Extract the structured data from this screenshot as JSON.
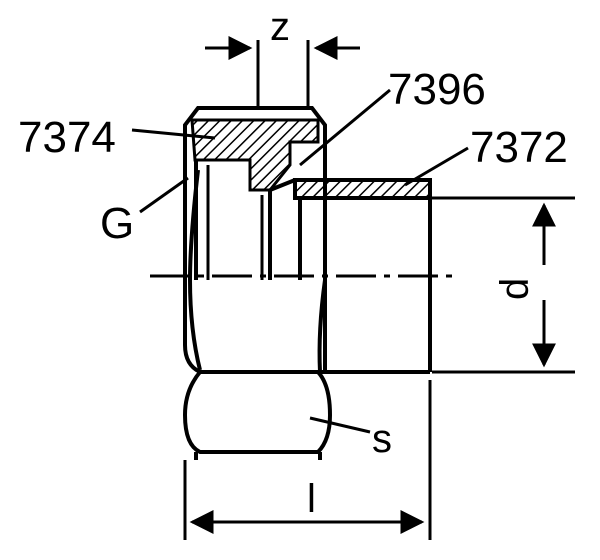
{
  "labels": {
    "z": "z",
    "part_7396": "7396",
    "part_7374": "7374",
    "part_7372": "7372",
    "g": "G",
    "d": "d",
    "s": "s",
    "l": "l"
  }
}
